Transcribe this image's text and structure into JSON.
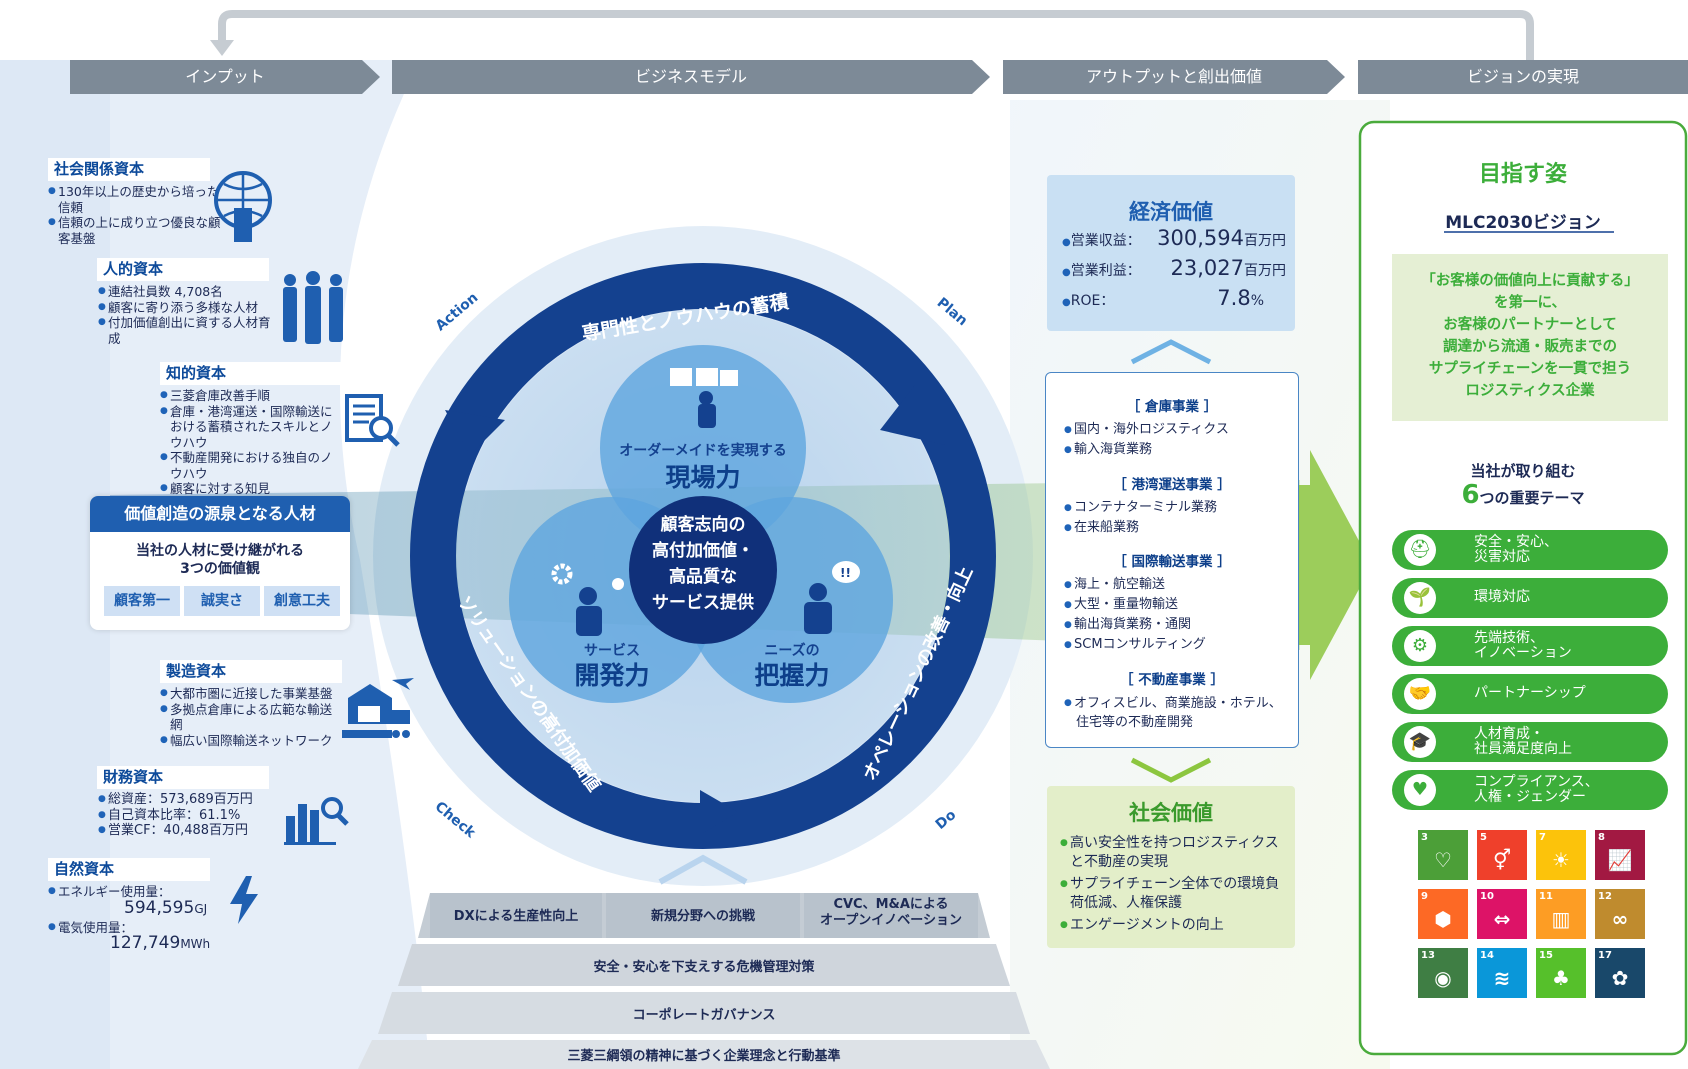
{
  "header": {
    "bars": [
      "インプット",
      "ビジネスモデル",
      "アウトプットと創出価値",
      "ビジョンの実現"
    ]
  },
  "inputs": {
    "social": {
      "title": "社会関係資本",
      "items": [
        "130年以上の歴史から培った信頼",
        "信頼の上に成り立つ優良な顧客基盤"
      ]
    },
    "human": {
      "title": "人的資本",
      "items": [
        "連結社員数 4,708名",
        "顧客に寄り添う多様な人材",
        "付加価値創出に資する人材育成"
      ]
    },
    "intellectual": {
      "title": "知的資本",
      "items": [
        "三菱倉庫改善手順",
        "倉庫・港湾運送・国際輸送における蓄積されたスキルとノウハウ",
        "不動産開発における独自のノウハウ",
        "顧客に対する知見"
      ]
    },
    "talent": {
      "title": "価値創造の源泉となる人材",
      "subtitle1": "当社の人材に受け継がれる",
      "subtitle2": "3つの価値観",
      "values": [
        "顧客第一",
        "誠実さ",
        "創意工夫"
      ]
    },
    "manufacturing": {
      "title": "製造資本",
      "items": [
        "大都市圏に近接した事業基盤",
        "多拠点倉庫による広範な輸送網",
        "幅広い国際輸送ネットワーク"
      ]
    },
    "financial": {
      "title": "財務資本",
      "items": [
        "総資産：573,689百万円",
        "自己資本比率：61.1%",
        "営業CF：40,488百万円"
      ]
    },
    "natural": {
      "title": "自然資本",
      "energy_label": "エネルギー使用量：",
      "energy_value": "594,595",
      "energy_unit": "GJ",
      "power_label": "電気使用量：",
      "power_value": "127,749",
      "power_unit": "MWh"
    }
  },
  "model": {
    "top_arc": "専門性とノウハウの蓄積",
    "left_arc": "ソリューションの高付加価値",
    "right_arc": "オペレーションの改善・向上",
    "action": "Action",
    "plan": "Plan",
    "check": "Check",
    "do": "Do",
    "top_circle_sub": "オーダーメイドを実現する",
    "top_circle_main": "現場力",
    "left_circle_sub": "サービス",
    "left_circle_main": "開発力",
    "right_circle_sub": "ニーズの",
    "right_circle_main": "把握力",
    "center": [
      "顧客志向の",
      "高付加価値・",
      "高品質な",
      "サービス提供"
    ],
    "foundation_row1": [
      "DXによる生産性向上",
      "新規分野への挑戦",
      "CVC、M&Aによる",
      "オープンイノベーション"
    ],
    "foundation_row2": "安全・安心を下支えする危機管理対策",
    "foundation_row3": "コーポレートガバナンス",
    "foundation_row4": "三菱三綱領の精神に基づく企業理念と行動基準"
  },
  "output": {
    "econ_title": "経済価値",
    "econ": [
      {
        "label": "営業収益：",
        "value": "300,594",
        "unit": "百万円"
      },
      {
        "label": "営業利益：",
        "value": "23,027",
        "unit": "百万円"
      },
      {
        "label": "ROE：",
        "value": "7.8",
        "unit": "%"
      }
    ],
    "businesses": [
      {
        "title": "［ 倉庫事業 ］",
        "items": [
          "国内・海外ロジスティクス",
          "輸入海貨業務"
        ]
      },
      {
        "title": "［ 港湾運送事業 ］",
        "items": [
          "コンテナターミナル業務",
          "在来船業務"
        ]
      },
      {
        "title": "［ 国際輸送事業 ］",
        "items": [
          "海上・航空輸送",
          "大型・重量物輸送",
          "輸出海貨業務・通関",
          "SCMコンサルティング"
        ]
      },
      {
        "title": "［ 不動産事業 ］",
        "items": [
          "オフィスビル、商業施設・ホテル、",
          "住宅等の不動産開発"
        ]
      }
    ],
    "social_title": "社会価値",
    "social": [
      "高い安全性を持つロジスティクスと不動産の実現",
      "サプライチェーン全体での環境負荷低減、人権保護",
      "エンゲージメントの向上"
    ]
  },
  "vision": {
    "title": "目指す姿",
    "subtitle": "MLC2030ビジョン",
    "statement": [
      "「お客様の価値向上に貢献する」",
      "を第一に、",
      "お客様のパートナーとして",
      "調達から流通・販売までの",
      "サプライチェーンを一貫で担う",
      "ロジスティクス企業"
    ],
    "themes_heading1": "当社が取り組む",
    "themes_num": "6",
    "themes_heading2": "つの重要テーマ",
    "themes": [
      {
        "label1": "安全・安心、",
        "label2": "災害対応",
        "icon": "helmet-icon",
        "glyph": "⛑"
      },
      {
        "label1": "環境対応",
        "label2": "",
        "icon": "sprout-icon",
        "glyph": "🌱"
      },
      {
        "label1": "先端技術、",
        "label2": "イノベーション",
        "icon": "chip-icon",
        "glyph": "⚙"
      },
      {
        "label1": "パートナーシップ",
        "label2": "",
        "icon": "handshake-icon",
        "glyph": "🤝"
      },
      {
        "label1": "人材育成・",
        "label2": "社員満足度向上",
        "icon": "graduate-icon",
        "glyph": "🎓"
      },
      {
        "label1": "コンプライアンス、",
        "label2": "人権・ジェンダー",
        "icon": "heart-hand-icon",
        "glyph": "♥"
      }
    ],
    "sdgs": [
      {
        "num": "3",
        "color": "#4c9f38",
        "glyph": "♡"
      },
      {
        "num": "5",
        "color": "#ef402b",
        "glyph": "⚥"
      },
      {
        "num": "7",
        "color": "#fcc30b",
        "glyph": "☀"
      },
      {
        "num": "8",
        "color": "#a21942",
        "glyph": "📈"
      },
      {
        "num": "9",
        "color": "#fd6925",
        "glyph": "⬢"
      },
      {
        "num": "10",
        "color": "#dd1367",
        "glyph": "⇔"
      },
      {
        "num": "11",
        "color": "#fd9d24",
        "glyph": "▥"
      },
      {
        "num": "12",
        "color": "#bf8b2e",
        "glyph": "∞"
      },
      {
        "num": "13",
        "color": "#3f7e44",
        "glyph": "◉"
      },
      {
        "num": "14",
        "color": "#0a97d9",
        "glyph": "≋"
      },
      {
        "num": "15",
        "color": "#56c02b",
        "glyph": "♣"
      },
      {
        "num": "17",
        "color": "#19486a",
        "glyph": "✿"
      }
    ]
  }
}
